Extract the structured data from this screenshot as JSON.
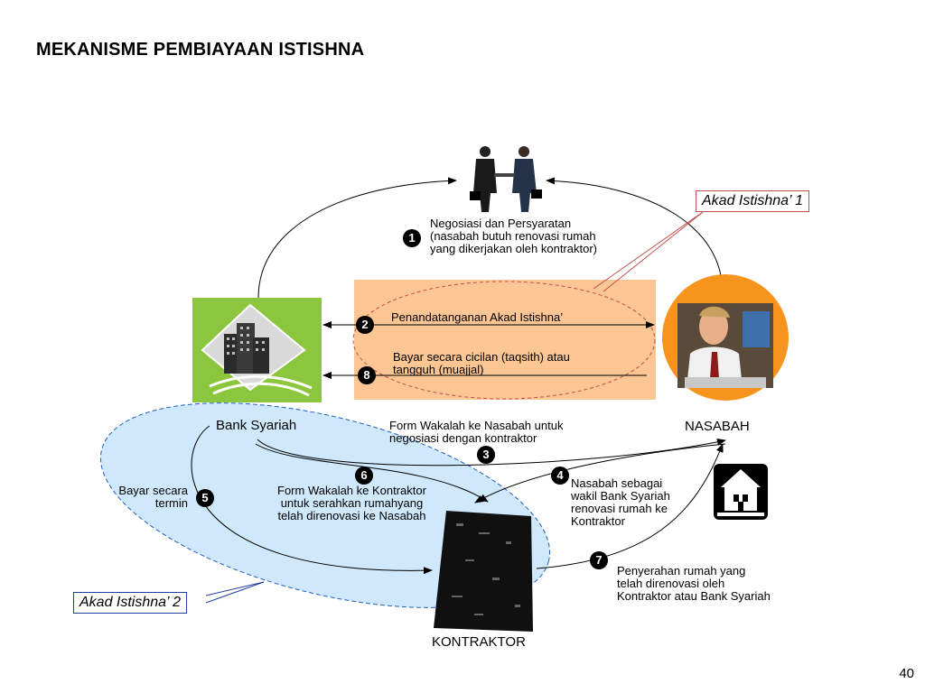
{
  "title": "MEKANISME PEMBIAYAAN ISTISHNA",
  "page_number": "40",
  "labels": {
    "akad1": "Akad Istishna’ 1",
    "akad2": "Akad Istishna’ 2",
    "bank": "Bank Syariah",
    "nasabah": "NASABAH",
    "kontraktor": "KONTRAKTOR"
  },
  "steps": {
    "s1": {
      "num": "1",
      "text": "Negosiasi dan Persyaratan\n(nasabah butuh renovasi rumah\nyang dikerjakan oleh kontraktor)"
    },
    "s2": {
      "num": "2",
      "text": "Penandatanganan Akad Istishna’"
    },
    "s8": {
      "num": "8",
      "text": "Bayar secara cicilan (taqsith) atau\ntangguh (muajjal)"
    },
    "s3": {
      "num": "3",
      "text": "Form Wakalah ke Nasabah untuk\nnegosiasi dengan kontraktor"
    },
    "s4": {
      "num": "4",
      "text": "Nasabah sebagai\nwakil Bank Syariah\nrenovasi rumah ke\nKontraktor"
    },
    "s5": {
      "num": "5",
      "text": "Bayar secara\ntermin"
    },
    "s6": {
      "num": "6",
      "text": "Form Wakalah ke Kontraktor\nuntuk serahkan rumahyang\ntelah direnovasi ke Nasabah"
    },
    "s7": {
      "num": "7",
      "text": "Penyerahan rumah yang\ntelah direnovasi oleh\nKontraktor atau Bank Syariah"
    }
  },
  "colors": {
    "bank_bg": "#8cc63f",
    "peach_box": "#fbc594",
    "nasabah_circle": "#f7941d",
    "akad2_ellipse": "#cfe8fb",
    "akad1_border": "#c0504d",
    "akad2_border": "#1f3f9f"
  }
}
